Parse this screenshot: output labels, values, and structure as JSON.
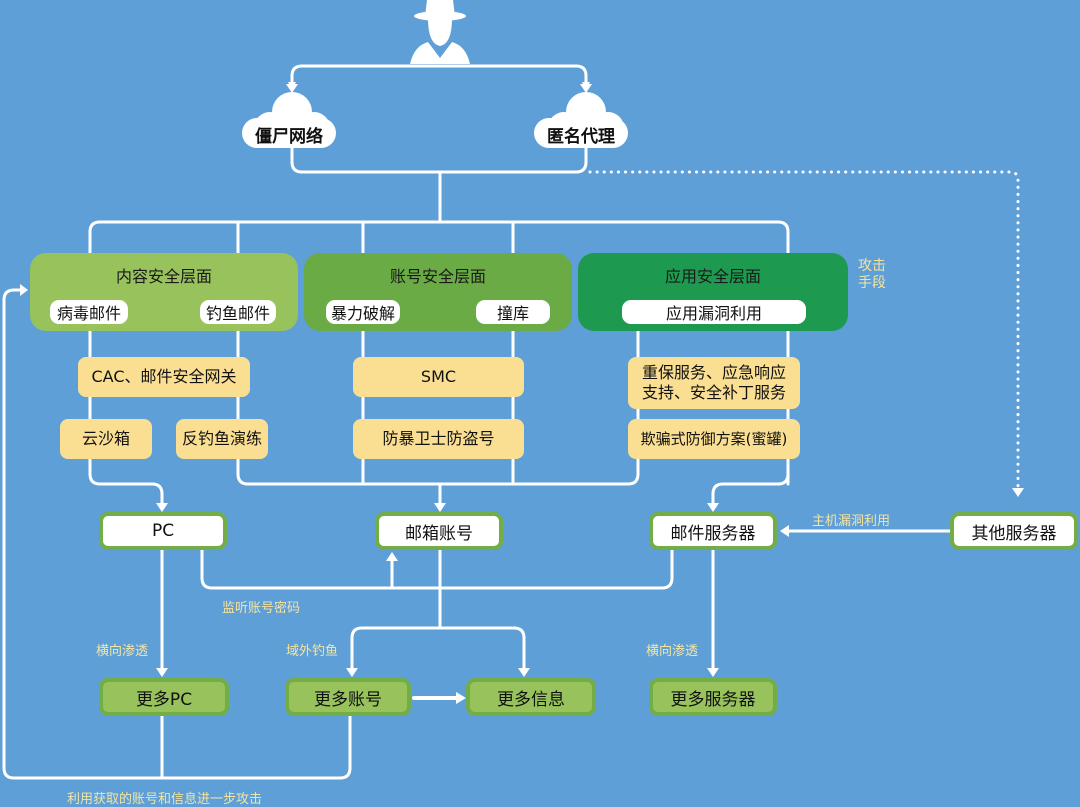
{
  "attacker": {
    "icon": "hacker-icon"
  },
  "clouds": [
    {
      "label": "僵尸网络"
    },
    {
      "label": "匿名代理"
    }
  ],
  "layers": [
    {
      "title": "内容安全层面",
      "color": "#98c25c",
      "attacks": [
        "病毒邮件",
        "钓鱼邮件"
      ]
    },
    {
      "title": "账号安全层面",
      "color": "#6aab45",
      "attacks": [
        "暴力破解",
        "撞库"
      ]
    },
    {
      "title": "应用安全层面",
      "color": "#1e9a50",
      "attacks": [
        "应用漏洞利用"
      ]
    }
  ],
  "attack_means_label": "攻击\n手段",
  "defenses": {
    "content": [
      "CAC、邮件安全网关",
      "云沙箱",
      "反钓鱼演练"
    ],
    "account": [
      "SMC",
      "防暴卫士防盗号"
    ],
    "app": [
      "重保服务、应急响应\n支持、安全补丁服务",
      "欺骗式防御方案(蜜罐)"
    ]
  },
  "targets": [
    "PC",
    "邮箱账号",
    "邮件服务器",
    "其他服务器"
  ],
  "outcomes": [
    "更多PC",
    "更多账号",
    "更多信息",
    "更多服务器"
  ],
  "edge_labels": {
    "host_exploit": "主机漏洞利用",
    "sniff": "监听账号密码",
    "lateral_pc": "横向渗透",
    "phishing_out": "域外钓鱼",
    "lateral_server": "横向渗透",
    "further": "利用获取的账号和信息进一步攻击"
  },
  "colors": {
    "background": "#5f9fd8",
    "defense": "#fadf93",
    "node_border": "#72ad48",
    "label": "#f4e4a0"
  }
}
